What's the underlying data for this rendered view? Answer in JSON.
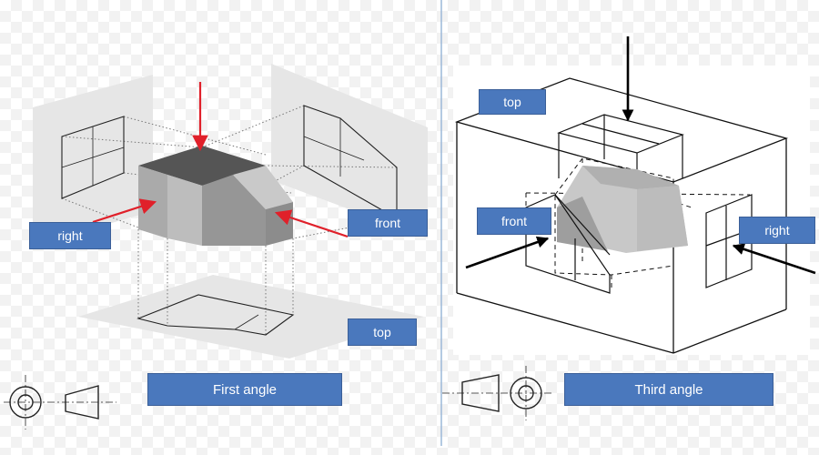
{
  "labels": {
    "first_angle": {
      "right": "right",
      "front": "front",
      "top": "top",
      "title": "First angle"
    },
    "third_angle": {
      "top": "top",
      "front": "front",
      "right": "right",
      "title": "Third angle"
    }
  },
  "colors": {
    "label_fill": "#4a78bd",
    "arrow_first_angle": "#e0202a",
    "arrow_third_angle": "#000000",
    "divider": "#9bb8d8"
  }
}
